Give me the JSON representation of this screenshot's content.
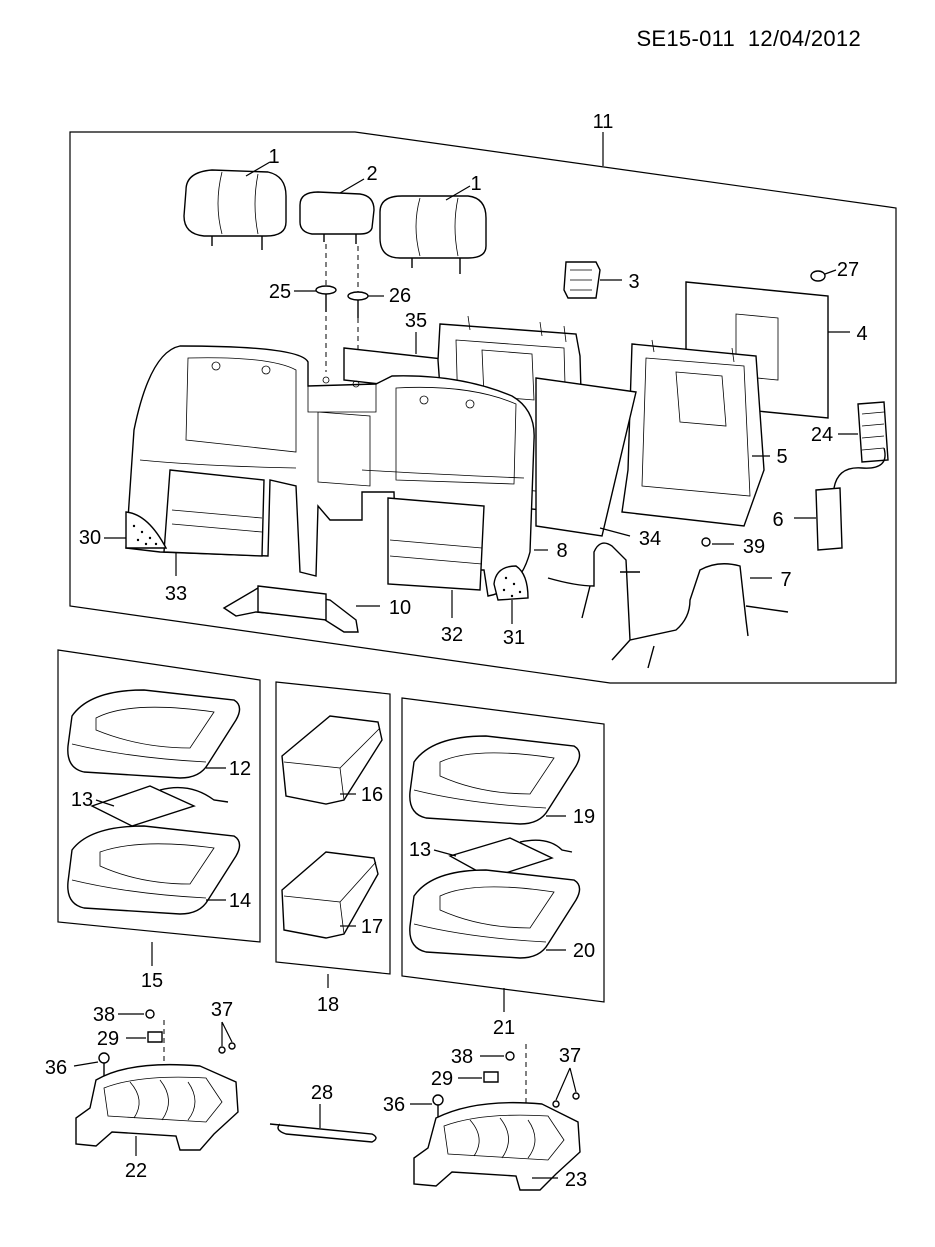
{
  "header": {
    "code": "SE15-011",
    "date": "12/04/2012"
  },
  "callouts": {
    "c1": "1",
    "c2": "2",
    "c3": "3",
    "c4": "4",
    "c5": "5",
    "c6": "6",
    "c7": "7",
    "c8": "8",
    "c10": "10",
    "c11": "11",
    "c12": "12",
    "c13": "13",
    "c14": "14",
    "c15": "15",
    "c16": "16",
    "c17": "17",
    "c18": "18",
    "c19": "19",
    "c20": "20",
    "c21": "21",
    "c22": "22",
    "c23": "23",
    "c24": "24",
    "c25": "25",
    "c26": "26",
    "c27": "27",
    "c28": "28",
    "c29": "29",
    "c30": "30",
    "c31": "31",
    "c32": "32",
    "c33": "33",
    "c34": "34",
    "c35": "35",
    "c36": "36",
    "c37": "37",
    "c38": "38",
    "c39": "39"
  }
}
